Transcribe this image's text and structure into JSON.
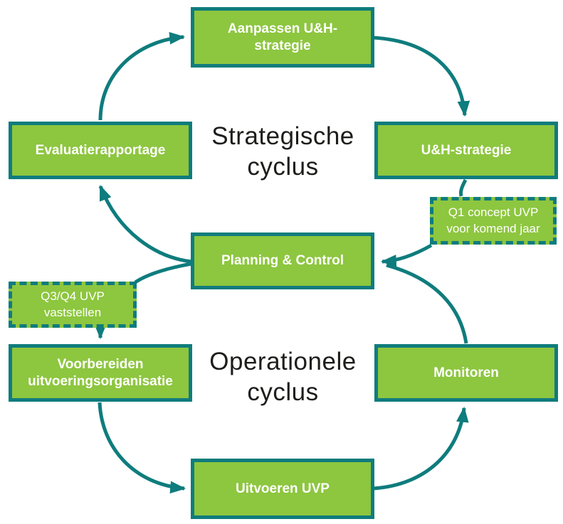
{
  "diagram": {
    "titles": {
      "strategic": "Strategische\ncyclus",
      "operational": "Operationele\ncyclus"
    },
    "boxes": {
      "aanpassen": {
        "label": "Aanpassen U&H-strategie"
      },
      "evaluatie": {
        "label": "Evaluatierapportage"
      },
      "uhstrategie": {
        "label": "U&H-strategie"
      },
      "planning": {
        "label": "Planning & Control"
      },
      "voorbereiden": {
        "label": "Voorbereiden\nuitvoeringsorganisatie"
      },
      "monitoren": {
        "label": "Monitoren"
      },
      "uitvoeren": {
        "label": "Uitvoeren UVP"
      }
    },
    "notes": {
      "q1": {
        "label": "Q1 concept UVP\nvoor komend jaar"
      },
      "q3q4": {
        "label": "Q3/Q4 UVP\nvaststellen"
      }
    },
    "colors": {
      "box_fill": "#8dc63f",
      "line_teal": "#0f7c7d",
      "box_text": "#ffffff",
      "title_text": "#1d1d1b"
    }
  }
}
